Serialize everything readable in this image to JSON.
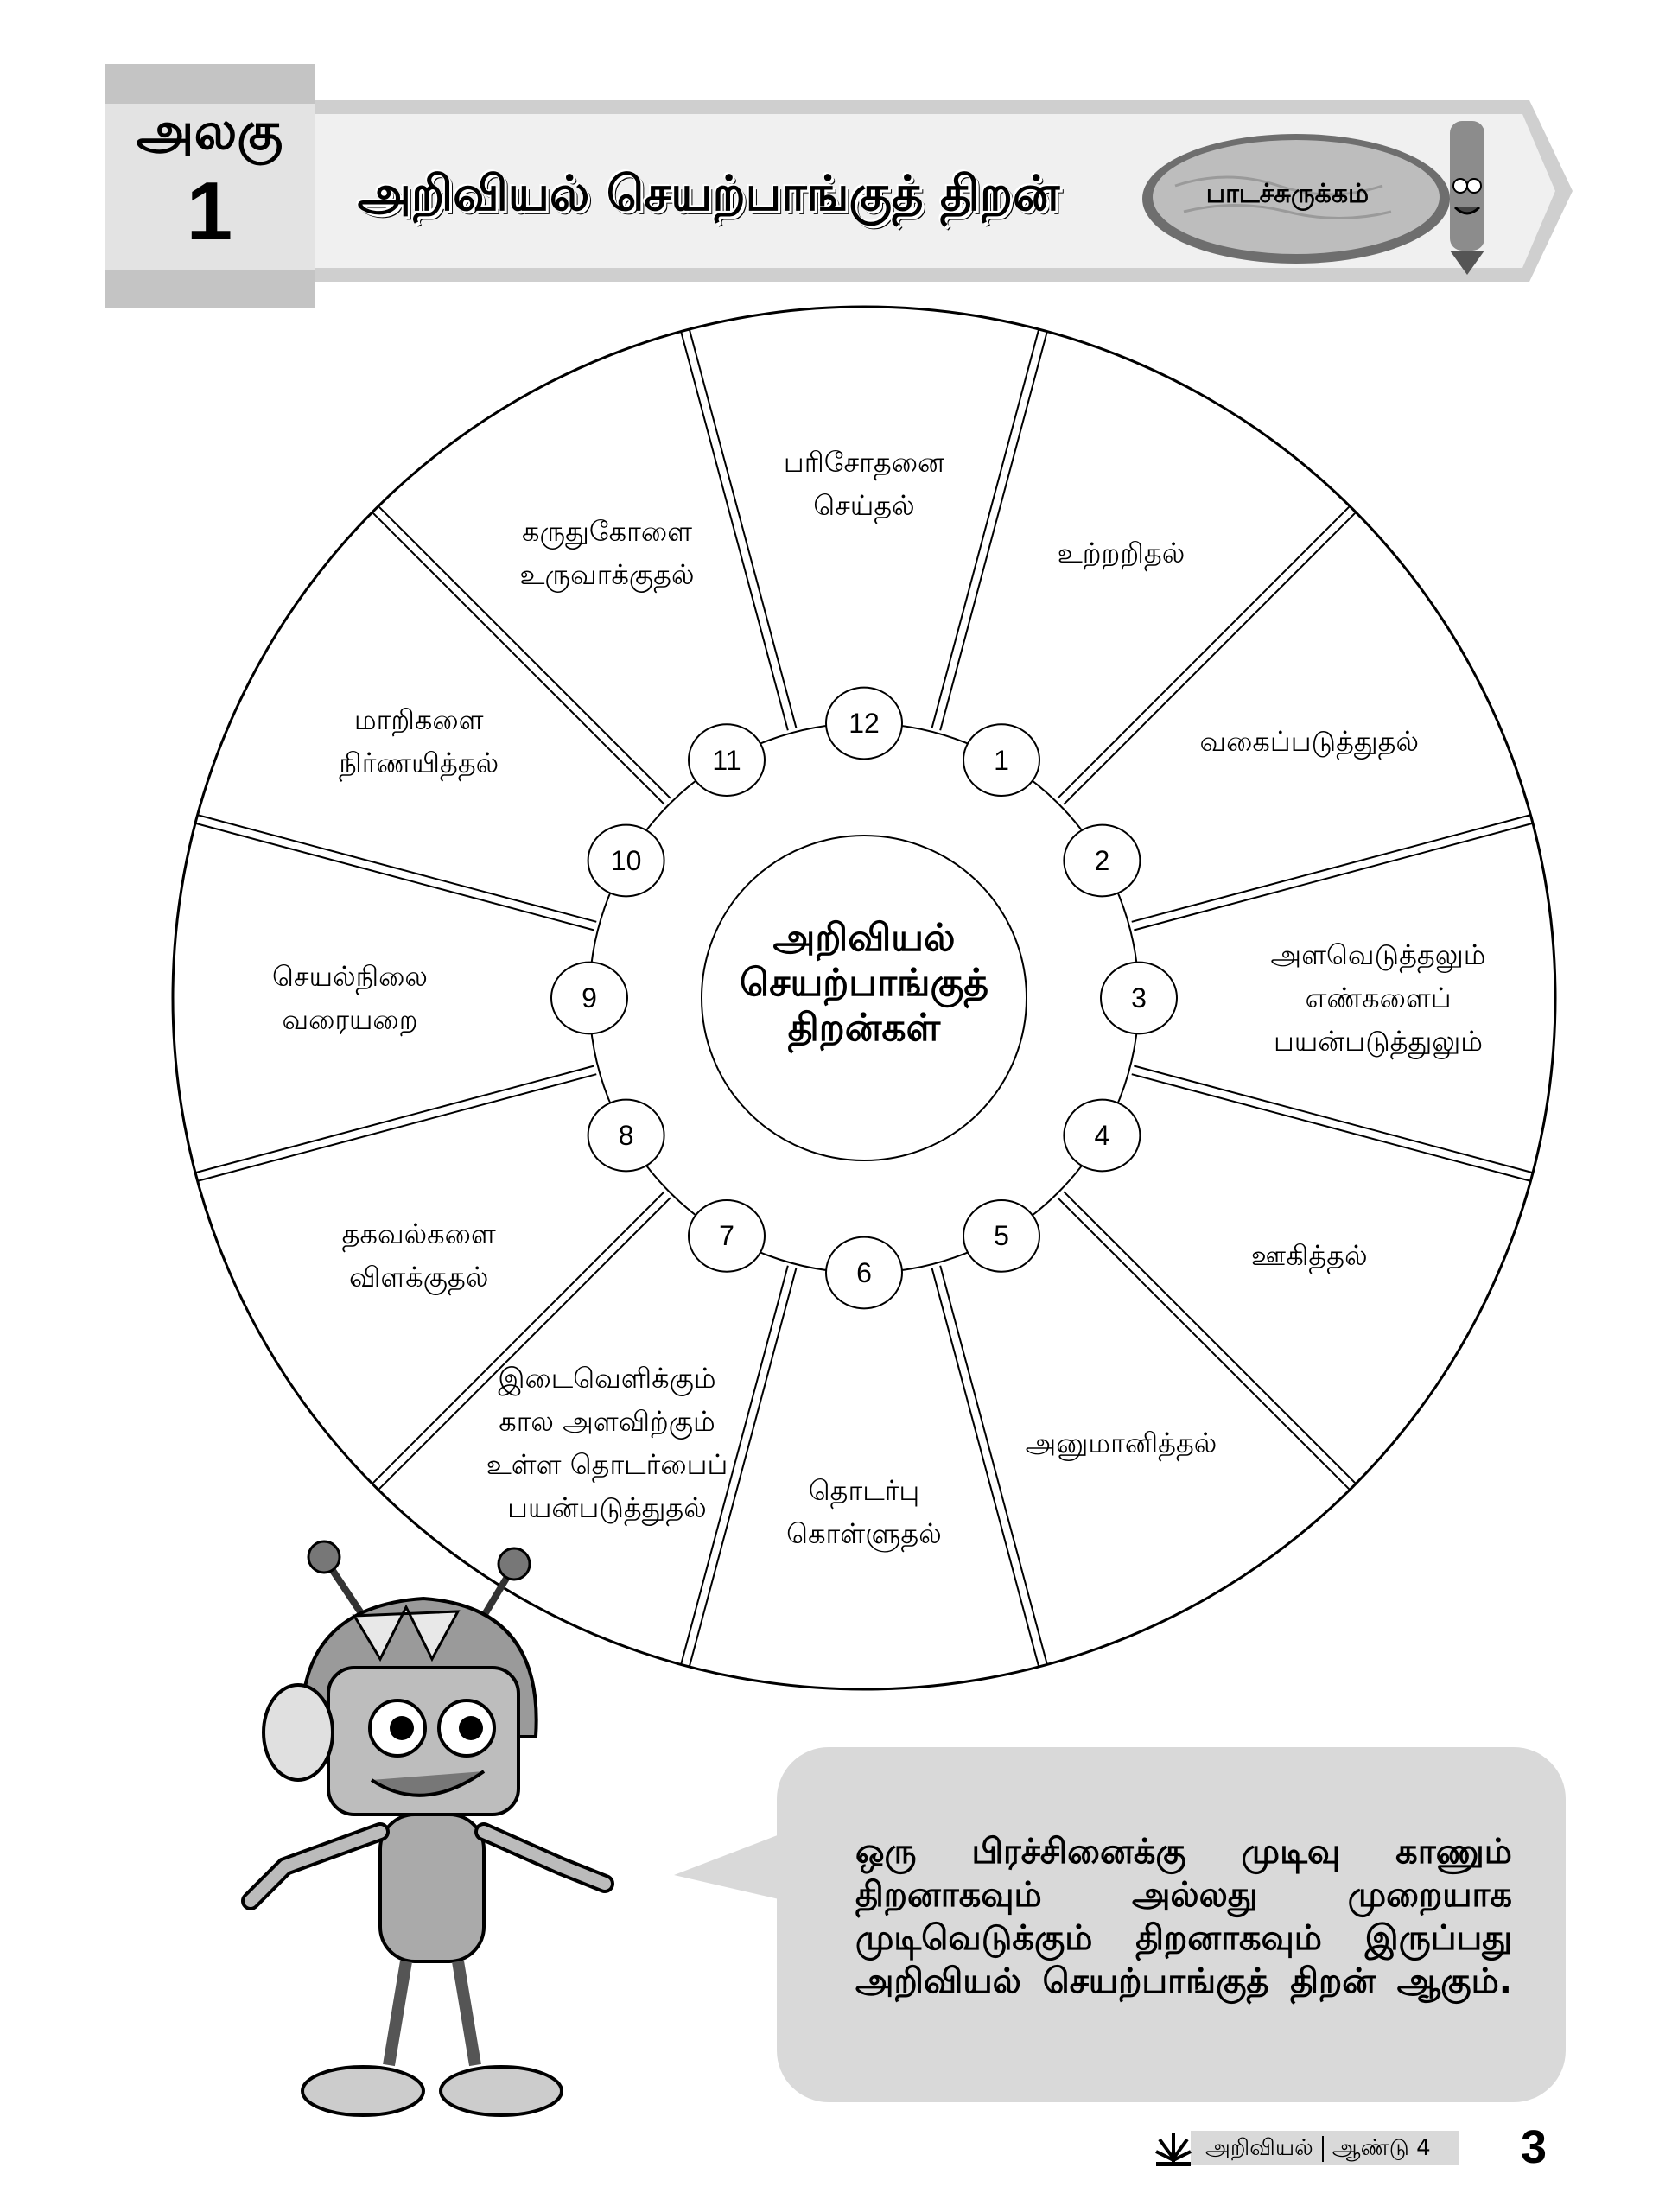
{
  "header": {
    "unit_label": "அலகு",
    "unit_number": "1",
    "chapter_title": "அறிவியல் செயற்பாங்குத் திறன்",
    "summary_label": "பாடச்சுருக்கம்"
  },
  "wheel": {
    "center_title": [
      "அறிவியல்",
      "செயற்பாங்குத்",
      "திறன்கள்"
    ],
    "segments": [
      {
        "number": "1",
        "lines": [
          "உற்றறிதல்"
        ]
      },
      {
        "number": "2",
        "lines": [
          "வகைப்படுத்துதல்"
        ]
      },
      {
        "number": "3",
        "lines": [
          "அளவெடுத்தலும்",
          "எண்களைப்",
          "பயன்படுத்துலும்"
        ]
      },
      {
        "number": "4",
        "lines": [
          "ஊகித்தல்"
        ]
      },
      {
        "number": "5",
        "lines": [
          "அனுமானித்தல்"
        ]
      },
      {
        "number": "6",
        "lines": [
          "தொடர்பு",
          "கொள்ளுதல்"
        ]
      },
      {
        "number": "7",
        "lines": [
          "இடைவெளிக்கும்",
          "கால அளவிற்கும்",
          "உள்ள தொடர்பைப்",
          "பயன்படுத்துதல்"
        ]
      },
      {
        "number": "8",
        "lines": [
          "தகவல்களை",
          "விளக்குதல்"
        ]
      },
      {
        "number": "9",
        "lines": [
          "செயல்நிலை",
          "வரையறை"
        ]
      },
      {
        "number": "10",
        "lines": [
          "மாறிகளை",
          "நிர்ணயித்தல்"
        ]
      },
      {
        "number": "11",
        "lines": [
          "கருதுகோளை",
          "உருவாக்குதல்"
        ]
      },
      {
        "number": "12",
        "lines": [
          "பரிசோதனை",
          "செய்தல்"
        ]
      }
    ]
  },
  "speech_bubble": {
    "lines": [
      "ஒரு பிரச்சினைக்கு முடிவு காணும்",
      "திறனாகவும் அல்லது முறையாக",
      "முடிவெடுக்கும் திறனாகவும் இருப்பது",
      "அறிவியல் செயற்பாங்குத் திறன் ஆகும்."
    ]
  },
  "footer": {
    "subject": "அறிவியல்",
    "year": "ஆண்டு 4",
    "page_number": "3"
  },
  "colors": {
    "banner": "#e6e6e6",
    "tab": "#c8c8c8",
    "bubble": "#d9d9d9",
    "wood": "#a8a8a8"
  }
}
